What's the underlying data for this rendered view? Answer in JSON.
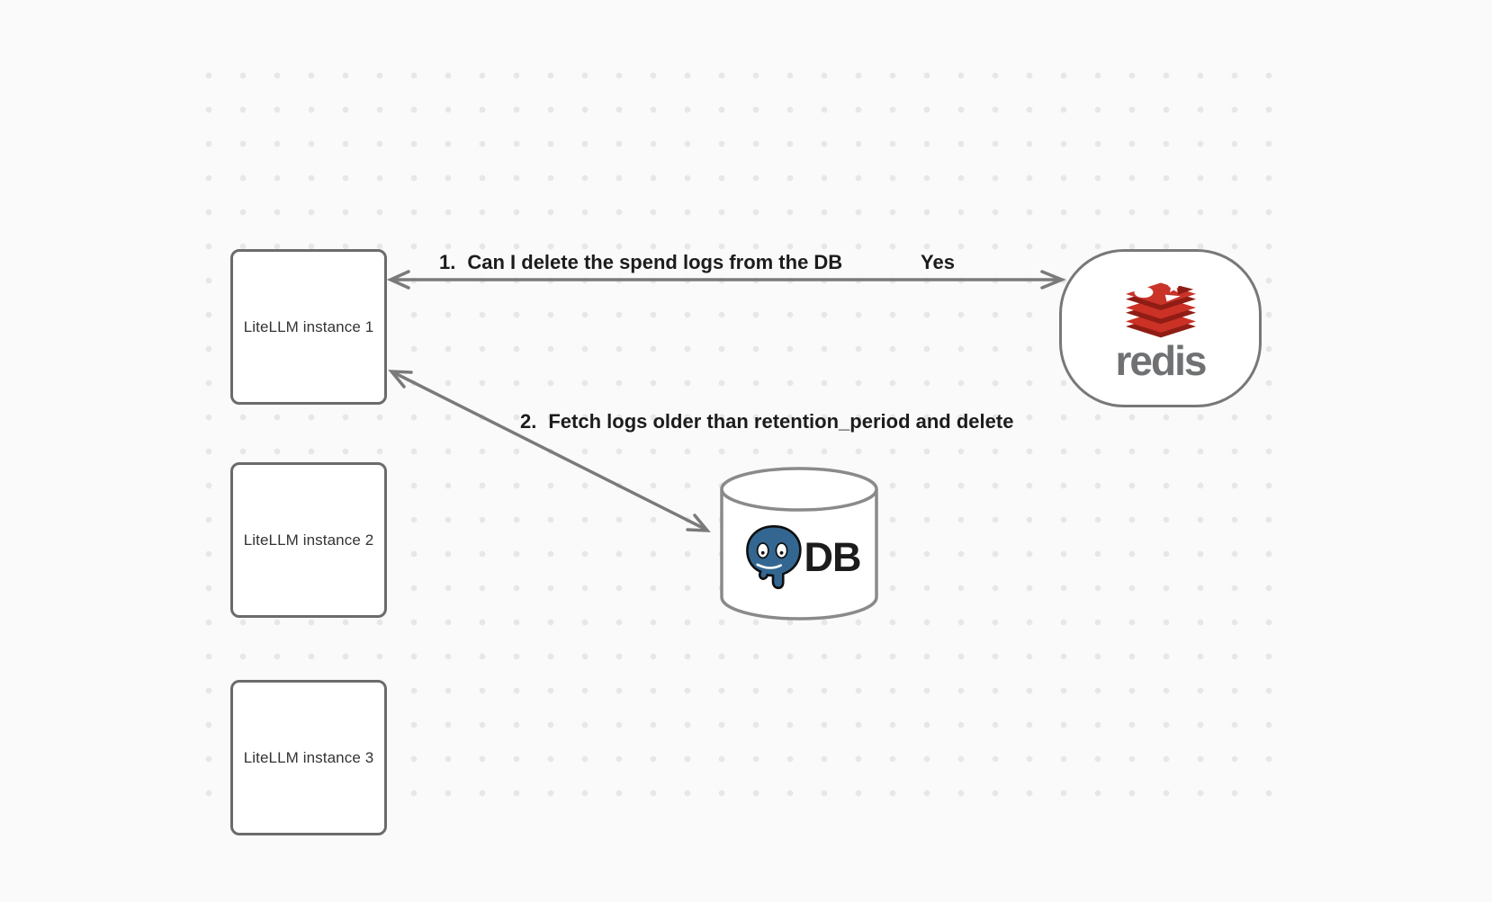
{
  "nodes": {
    "instance1": {
      "label": "LiteLLM instance 1"
    },
    "instance2": {
      "label": "LiteLLM instance 2"
    },
    "instance3": {
      "label": "LiteLLM instance 3"
    },
    "redis": {
      "label": "redis"
    },
    "db": {
      "label": "DB"
    }
  },
  "edges": {
    "edge1": {
      "number": "1.",
      "label": "Can I delete the spend logs from the DB",
      "response": "Yes"
    },
    "edge2": {
      "number": "2.",
      "label": "Fetch logs older than retention_period and delete"
    }
  },
  "icons": {
    "redis_logo": "redis-stack-icon",
    "postgres_logo": "postgresql-elephant-icon",
    "database": "db-cylinder-icon"
  },
  "colors": {
    "background": "#fafafa",
    "dot_grid": "#e7e7e7",
    "node_border": "#6b6b6b",
    "arrow": "#7a7a7a",
    "edge_label_text": "#1c1c1e",
    "redis_red": "#cc3126",
    "redis_dark_red": "#8f1d15",
    "redis_wordmark": "#6f7173",
    "postgres_blue": "#336791",
    "db_text": "#1c1c1c"
  }
}
